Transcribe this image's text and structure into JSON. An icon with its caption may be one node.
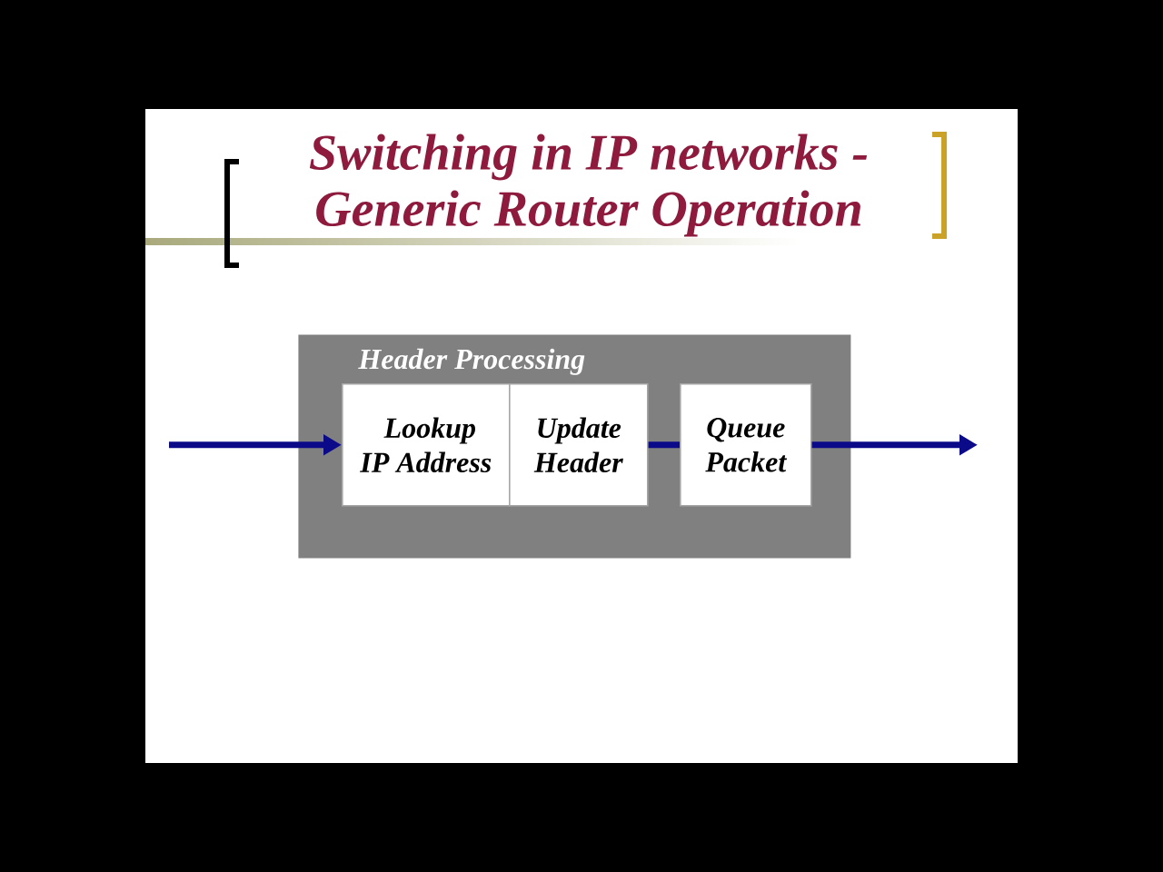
{
  "diagram": {
    "title": "Switching in IP networks - Generic Router Operation",
    "nodes": [
      {
        "text": [
          "Header Processing"
        ]
      },
      {
        "text": [
          "Lookup IP Address"
        ],
        "in": 0
      },
      {
        "text": [
          "Update Header"
        ],
        "in": 0
      },
      {
        "text": [
          "Queue Packet"
        ],
        "in": 0
      }
    ],
    "edges": [
      {
        "from": null,
        "to": 1,
        "arrow": "to"
      },
      {
        "from": 2,
        "to": 3,
        "arrow": "none"
      },
      {
        "from": 3,
        "to": null,
        "arrow": "to"
      }
    ]
  }
}
